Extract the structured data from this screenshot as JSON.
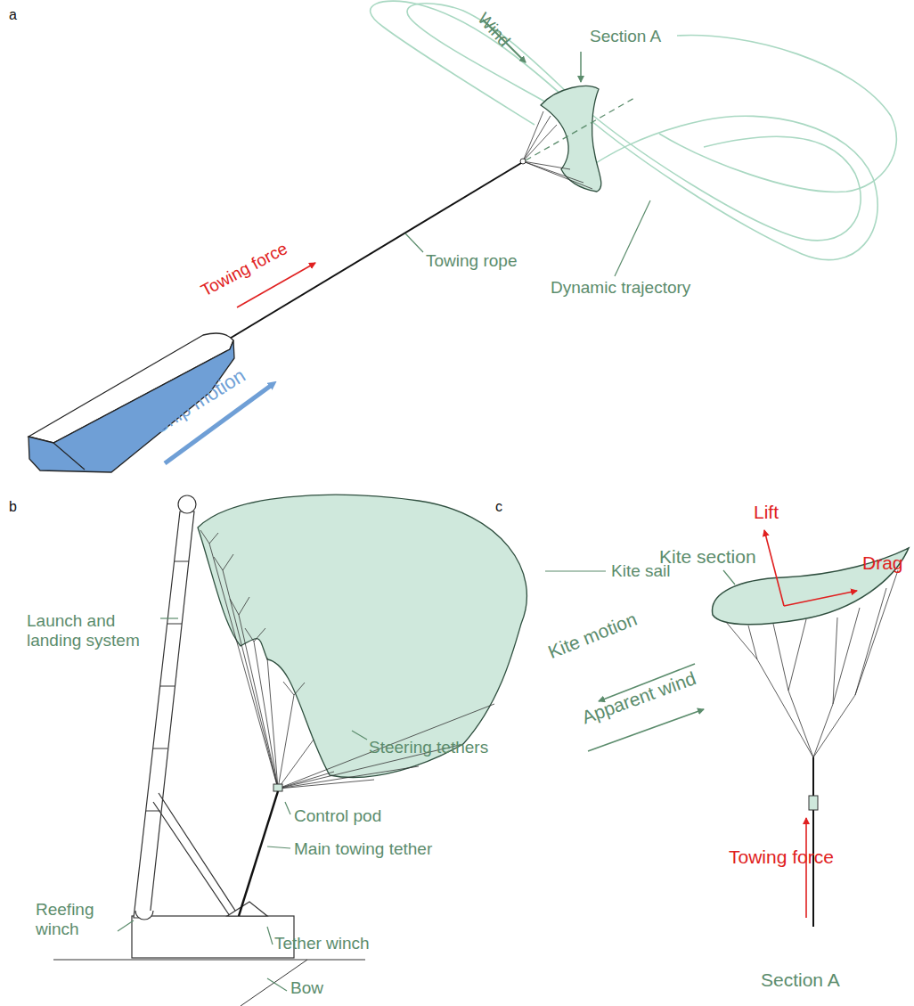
{
  "diagram": {
    "labels": [
      "a",
      "Wind",
      "Section A",
      "Towing force",
      "Towing rope",
      "Dynamic trajectory",
      "Ship motion",
      "b",
      "Kite sail",
      "Launch and landing system",
      "Steering tethers",
      "Control pod",
      "Main towing tether",
      "Reefing winch",
      "Tether winch",
      "Bow",
      "c",
      "Lift",
      "Kite section",
      "Drag",
      "Kite motion",
      "Apparent wind",
      "Towing force",
      "Section A"
    ]
  }
}
